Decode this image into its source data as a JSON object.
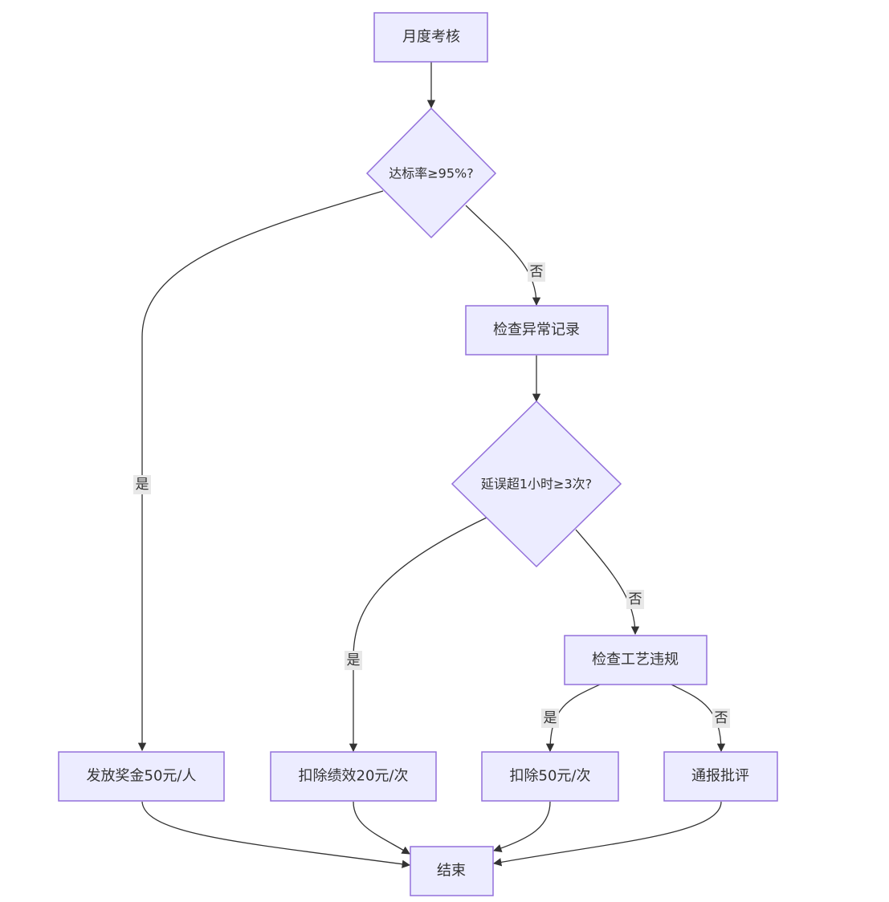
{
  "nodes": {
    "start": "月度考核",
    "decision_rate": "达标率≥95%?",
    "check_abnormal": "检查异常记录",
    "decision_delay": "延误超1小时≥3次?",
    "check_process": "检查工艺违规",
    "bonus": "发放奖金50元/人",
    "deduct_perf": "扣除绩效20元/次",
    "deduct_50": "扣除50元/次",
    "criticize": "通报批评",
    "end": "结束"
  },
  "edge_labels": {
    "rate_yes": "是",
    "rate_no": "否",
    "delay_yes": "是",
    "delay_no": "否",
    "process_yes": "是",
    "process_no": "否"
  },
  "colors": {
    "node_fill": "#ececff",
    "node_stroke": "#9370db",
    "edge": "#333333",
    "label_bg": "#e8e8e8"
  }
}
